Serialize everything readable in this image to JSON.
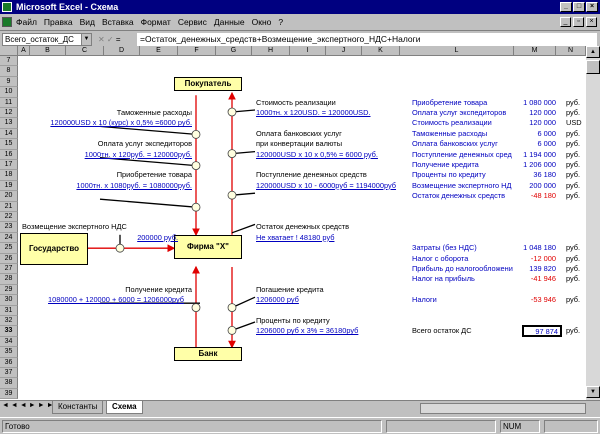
{
  "window": {
    "title": "Microsoft Excel - Схема",
    "controls": {
      "minimize": "_",
      "maximize": "□",
      "close": "×"
    }
  },
  "menu": [
    "Файл",
    "Правка",
    "Вид",
    "Вставка",
    "Формат",
    "Сервис",
    "Данные",
    "Окно",
    "?"
  ],
  "formula_bar": {
    "name_box": "Всего_остаток_ДС",
    "fx_symbol": "=",
    "formula": "=Остаток_денежных_средств+Возмещение_экспертного_НДС+Налоги"
  },
  "columns": [
    "A",
    "B",
    "C",
    "D",
    "E",
    "F",
    "G",
    "H",
    "I",
    "J",
    "K",
    "L",
    "M",
    "N"
  ],
  "rows": [
    "7",
    "8",
    "9",
    "10",
    "11",
    "12",
    "13",
    "14",
    "15",
    "16",
    "17",
    "18",
    "19",
    "20",
    "21",
    "22",
    "23",
    "24",
    "25",
    "26",
    "27",
    "28",
    "29",
    "30",
    "31",
    "32",
    "33",
    "34",
    "35",
    "36",
    "37",
    "38",
    "39"
  ],
  "active_row": "33",
  "diagram": {
    "buyer": "Покупатель",
    "state": "Государство",
    "firm": "Фирма \"Х\"",
    "bank": "Банк",
    "left_notes": [
      {
        "label": "Таможенные расходы",
        "calc": "120000USD х 10 (курс) х 0,5% =6000 руб."
      },
      {
        "label": "Оплата услуг экспедиторов",
        "calc": "1000тн. х 120руб. = 120000руб."
      },
      {
        "label": "Приобретение товара",
        "calc": "1000тн. х 1080руб. = 1080000руб."
      },
      {
        "label": "Возмещение экспертного НДС",
        "calc": "200000 руб."
      },
      {
        "label": "Получение кредита",
        "calc": "1080000 + 120000 + 6000 = 1206000руб"
      }
    ],
    "right_notes": [
      {
        "label": "Стоимость реализации",
        "calc": "1000тн. х 120USD. = 120000USD."
      },
      {
        "label": "Оплата банковских услуг",
        "label2": "при конвертации валюты",
        "calc": "120000USD х 10 х 0,5% = 6000 руб."
      },
      {
        "label": "Поступление денежных средств",
        "calc": "120000USD х 10 - 6000руб = 1194000руб"
      },
      {
        "label": "Остаток денежных средств",
        "calc": "Не хватает ! 48180 руб"
      },
      {
        "label": "Погашение кредита",
        "calc": "1206000 руб"
      },
      {
        "label": "Проценты по кредиту",
        "calc": "1206000 руб х 3% = 36180руб"
      }
    ]
  },
  "summary": [
    {
      "label": "Приобретение товара",
      "value": "1 080 000",
      "unit": "руб.",
      "color": "blue"
    },
    {
      "label": "Оплата услуг экспедиторов",
      "value": "120 000",
      "unit": "руб.",
      "color": "blue"
    },
    {
      "label": "Стоимость реализации",
      "value": "120 000",
      "unit": "USD",
      "color": "blue"
    },
    {
      "label": "Таможенные расходы",
      "value": "6 000",
      "unit": "руб.",
      "color": "blue"
    },
    {
      "label": "Оплата банковских услуг",
      "value": "6 000",
      "unit": "руб.",
      "color": "blue"
    },
    {
      "label": "Поступление денежных сред",
      "value": "1 194 000",
      "unit": "руб.",
      "color": "blue"
    },
    {
      "label": "Получение кредита",
      "value": "1 206 000",
      "unit": "руб.",
      "color": "blue"
    },
    {
      "label": "Проценты по кредиту",
      "value": "36 180",
      "unit": "руб.",
      "color": "blue"
    },
    {
      "label": "Возмещение экспертного НД",
      "value": "200 000",
      "unit": "руб.",
      "color": "blue"
    },
    {
      "label": "Остаток денежных средств",
      "value": "-48 180",
      "unit": "руб.",
      "color": "red"
    }
  ],
  "summary2": [
    {
      "label": "Затраты (без НДС)",
      "value": "1 048 180",
      "unit": "руб.",
      "color": "blue"
    },
    {
      "label": "Налог с оборота",
      "value": "-12 000",
      "unit": "руб.",
      "color": "red"
    },
    {
      "label": "Прибыль до налогообложени",
      "value": "139 820",
      "unit": "руб.",
      "color": "blue"
    },
    {
      "label": "Налог на прибыль",
      "value": "-41 946",
      "unit": "руб.",
      "color": "red"
    }
  ],
  "taxes": {
    "label": "Налоги",
    "value": "-53 946",
    "unit": "руб."
  },
  "total": {
    "label": "Всего остаток ДС",
    "value": "97 874",
    "unit": "руб."
  },
  "sheets": [
    "Константы",
    "Схема"
  ],
  "status": {
    "ready": "Готово",
    "num": "NUM"
  }
}
